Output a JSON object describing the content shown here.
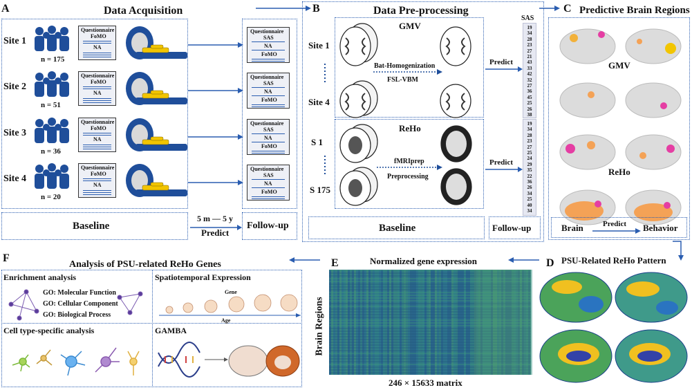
{
  "colors": {
    "accent": "#2a5db0",
    "person": "#1f4e9a",
    "gold": "#f2c500",
    "brain": "#d9d9d9",
    "magenta": "#e53ea3",
    "orange": "#f4a256"
  },
  "panelA": {
    "letter": "A",
    "title": "Data Acquisition",
    "sites": [
      {
        "name": "Site 1",
        "n": "n = 175",
        "q": [
          "Questionnaire",
          "FoMO",
          "NA"
        ]
      },
      {
        "name": "Site 2",
        "n": "n = 51",
        "q": [
          "Questionnaire",
          "FoMO",
          "NA"
        ]
      },
      {
        "name": "Site 3",
        "n": "n = 36",
        "q": [
          "Questionnaire",
          "FoMO",
          "NA"
        ]
      },
      {
        "name": "Site 4",
        "n": "n = 20",
        "q": [
          "Questionnaire",
          "FoMO",
          "NA"
        ]
      }
    ],
    "followup_q": [
      "Questionnaire",
      "SAS",
      "NA",
      "FoMO"
    ],
    "baseline": "Baseline",
    "interval": "5 m — 5 y",
    "predict": "Predict",
    "followup": "Follow-up"
  },
  "panelB": {
    "letter": "B",
    "title": "Data  Pre-processing",
    "gmv_label": "GMV",
    "reho_label": "ReHo",
    "site1": "Site 1",
    "site4": "Site 4",
    "s1": "S 1",
    "s175": "S 175",
    "gmv_method1": "Bat-Homogenization",
    "gmv_method2": "FSL-VBM",
    "reho_method1": "fMRIprep",
    "reho_method2": "Preprocessing",
    "predict1": "Predict",
    "predict2": "Predict",
    "sas_title": "SAS",
    "sas1": [
      "19",
      "34",
      "28",
      "23",
      "27",
      "21",
      "43",
      "33",
      "42",
      "32",
      "27",
      "36",
      "45",
      "25",
      "26",
      "38"
    ],
    "sas2": [
      "19",
      "34",
      "28",
      "23",
      "27",
      "25",
      "24",
      "29",
      "35",
      "22",
      "36",
      "26",
      "34",
      "25",
      "40",
      "34"
    ],
    "baseline": "Baseline",
    "followup": "Follow-up"
  },
  "panelC": {
    "letter": "C",
    "title": "Predictive  Brain Regions",
    "gmv": "GMV",
    "reho": "ReHo",
    "brain": "Brain",
    "predict": "Predict",
    "behavior": "Behavior"
  },
  "panelD": {
    "letter": "D",
    "title": "PSU-Related ReHo Pattern"
  },
  "panelE": {
    "letter": "E",
    "title": "Normalized gene expression",
    "ylabel": "Brain Regions",
    "xlabel": "246 × 15633 matrix"
  },
  "panelF": {
    "letter": "F",
    "title": "Analysis of PSU-related ReHo Genes",
    "enrichment": "Enrichment analysis",
    "go": [
      "GO: Molecular Function",
      "GO: Cellular Component",
      "GO: Biological Process"
    ],
    "spatio": "Spatiotemporal Expression",
    "gene": "Gene",
    "age": "Age",
    "celltype": "Cell type-specific analysis",
    "gamba": "GAMBA"
  }
}
